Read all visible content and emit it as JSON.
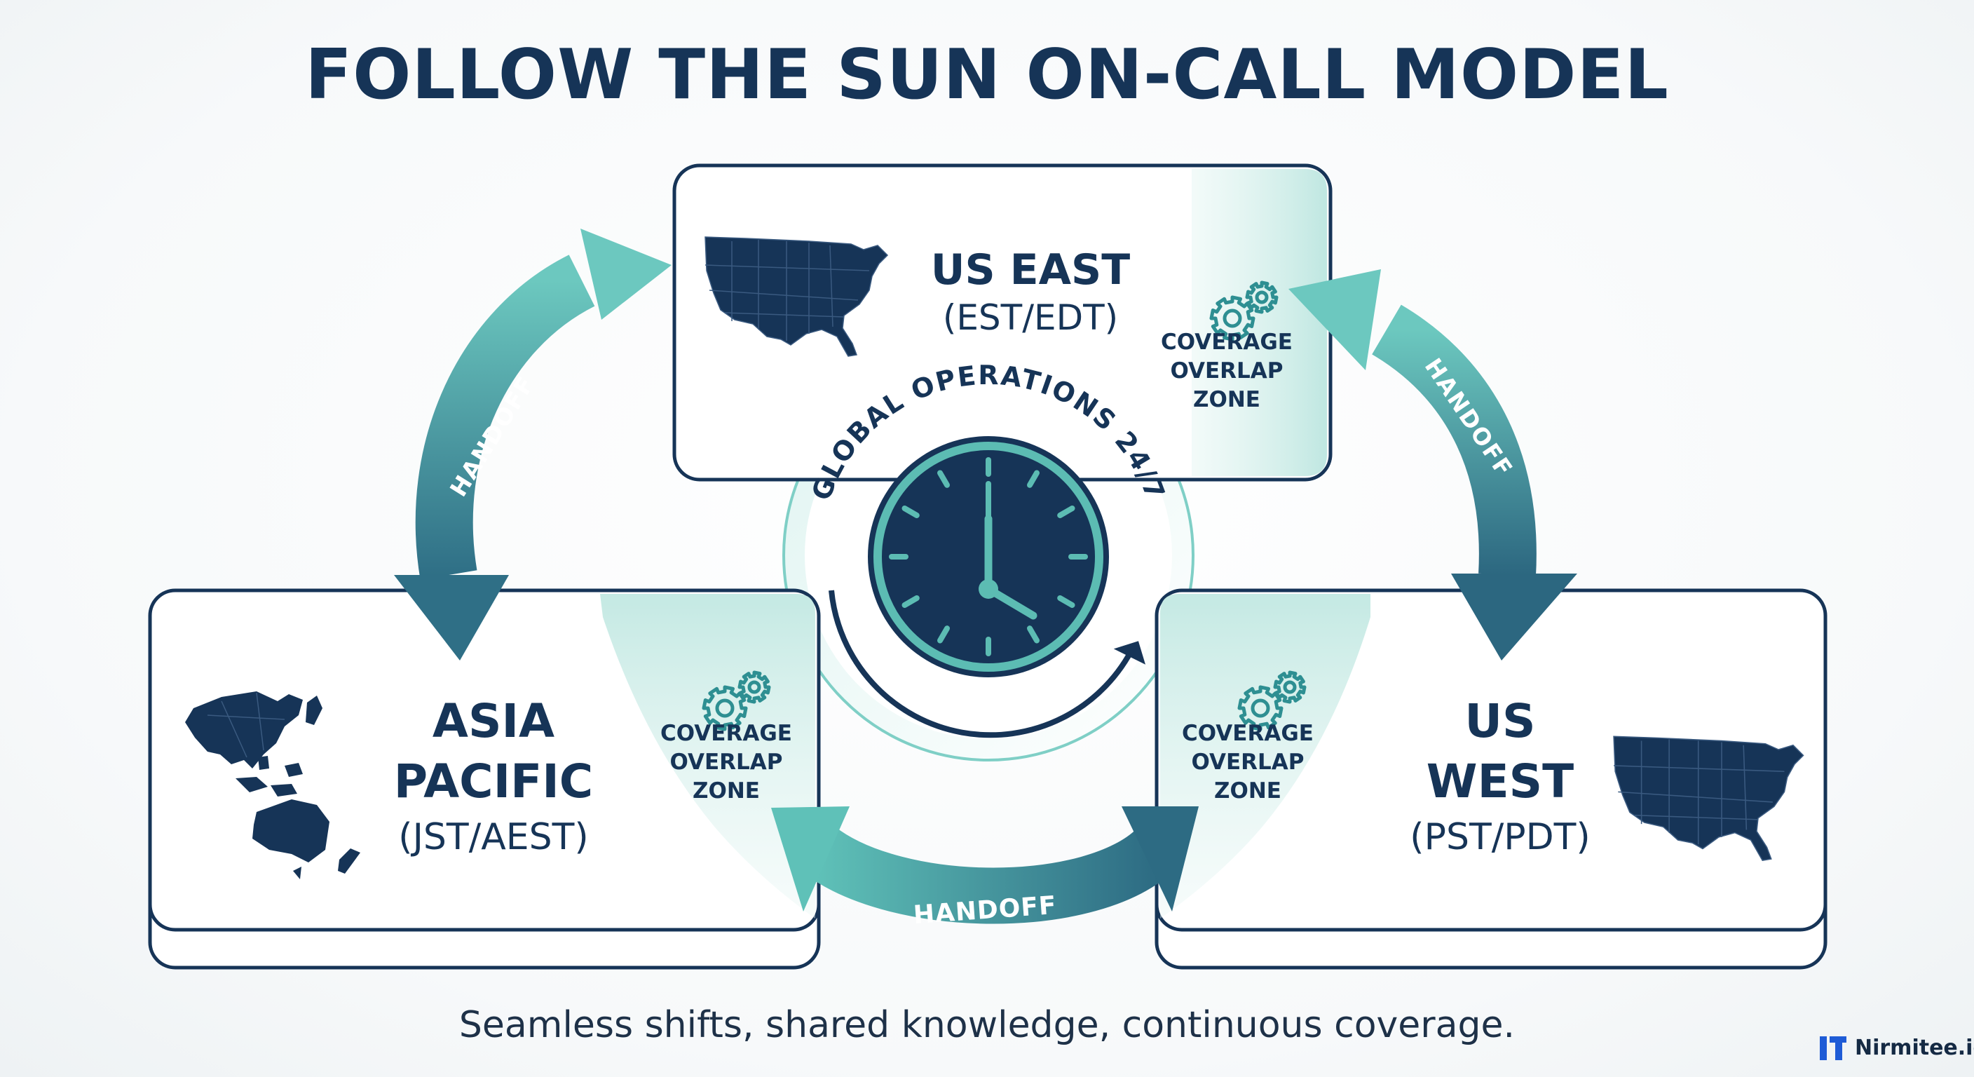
{
  "title": "FOLLOW THE SUN ON-CALL MODEL",
  "regions": {
    "us_east": {
      "name": "US EAST",
      "timezone": "(EST/EDT)"
    },
    "asia_pacific": {
      "name_line1": "ASIA",
      "name_line2": "PACIFIC",
      "timezone": "(JST/AEST)"
    },
    "us_west": {
      "name_line1": "US",
      "name_line2": "WEST",
      "timezone": "(PST/PDT)"
    }
  },
  "overlap_zone_label": [
    "COVERAGE",
    "OVERLAP",
    "ZONE"
  ],
  "handoff_label": "HANDOFF",
  "center_label": "GLOBAL OPERATIONS 24/7",
  "tagline": "Seamless shifts, shared knowledge, continuous coverage.",
  "brand": "Nirmitee.io",
  "colors": {
    "navy": "#163457",
    "teal": "#5cbcb3",
    "teal_dark": "#2c6f86",
    "overlap_fill": "#cfeee9",
    "brand_blue": "#1e5bd6"
  },
  "icons": [
    "us-map-icon",
    "asia-pacific-map-icon",
    "gears-icon",
    "clock-icon"
  ]
}
